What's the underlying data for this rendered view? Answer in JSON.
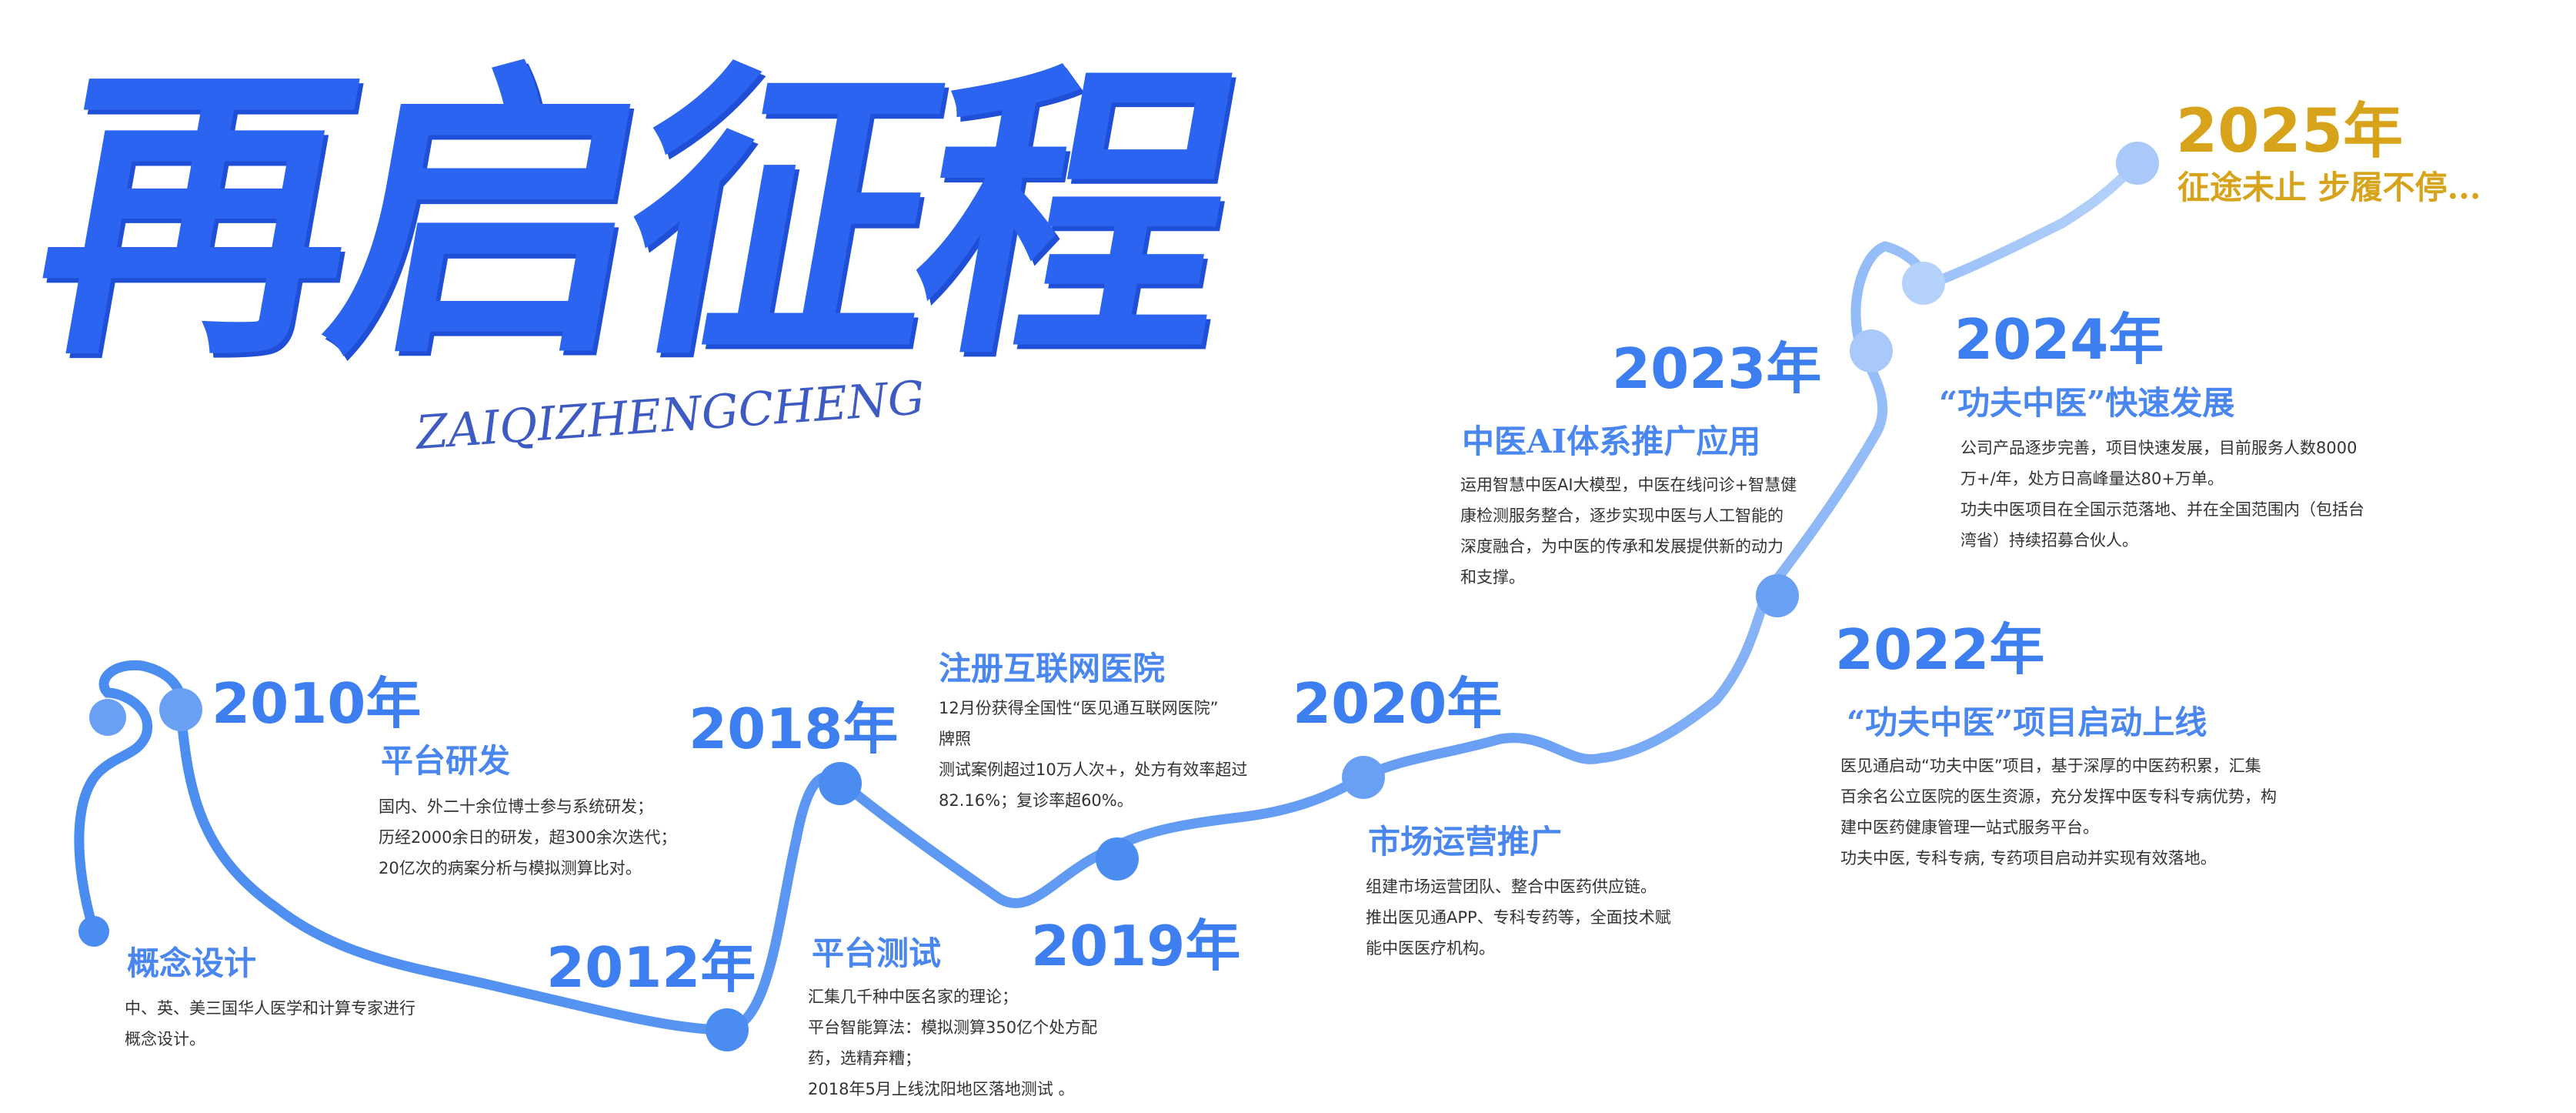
{
  "title": {
    "main": "再启征程",
    "sub": "ZAIQIZHENGCHENG"
  },
  "colors": {
    "accent_blue": "#3d7ff0",
    "path_blue": "#4a8cf0",
    "path_light": "#b5d2fb",
    "gold": "#d6a31a",
    "text": "#333333"
  },
  "milestones": {
    "concept": {
      "head": "概念设计",
      "lines": [
        "中、英、美三国华人医学和计算专家进行",
        "概念设计。"
      ]
    },
    "y2010": {
      "year": "2010年",
      "head": "平台研发",
      "lines": [
        "国内、外二十余位博士参与系统研发；",
        "历经2000余日的研发，超300余次迭代；",
        "20亿次的病案分析与模拟测算比对。"
      ]
    },
    "y2012": {
      "year": "2012年",
      "head": "平台测试",
      "lines": [
        "汇集几千种中医名家的理论；",
        "平台智能算法：模拟测算350亿个处方配",
        "药，选精弃糟；",
        "2018年5月上线沈阳地区落地测试 。"
      ]
    },
    "y2018": {
      "year": "2018年",
      "head": "注册互联网医院",
      "lines": [
        "12月份获得全国性“医见通互联网医院”",
        "牌照",
        "测试案例超过10万人次+，处方有效率超过",
        "82.16%；复诊率超60%。"
      ]
    },
    "y2019": {
      "year": "2019年"
    },
    "y2020": {
      "year": "2020年",
      "head": "市场运营推广",
      "lines": [
        "组建市场运营团队、整合中医药供应链。",
        "推出医见通APP、专科专药等，全面技术赋",
        "能中医医疗机构。"
      ]
    },
    "y2022": {
      "year": "2022年",
      "head": "“功夫中医”项目启动上线",
      "lines": [
        "医见通启动“功夫中医”项目，基于深厚的中医药积累，汇集",
        "百余名公立医院的医生资源，充分发挥中医专科专病优势，构",
        "建中医药健康管理一站式服务平台。",
        "功夫中医, 专科专病, 专药项目启动并实现有效落地。"
      ]
    },
    "y2023": {
      "year": "2023年",
      "head": "中医AI体系推广应用",
      "lines": [
        "运用智慧中医AI大模型，中医在线问诊+智慧健",
        "康检测服务整合，逐步实现中医与人工智能的",
        "深度融合，为中医的传承和发展提供新的动力",
        "和支撑。"
      ]
    },
    "y2024": {
      "year": "2024年",
      "head": "“功夫中医”快速发展",
      "lines": [
        "公司产品逐步完善，项目快速发展，目前服务人数8000",
        "万+/年，处方日高峰量达80+万单。",
        "功夫中医项目在全国示范落地、并在全国范围内（包括台",
        "湾省）持续招募合伙人。"
      ]
    },
    "y2025": {
      "year": "2025年",
      "head": "征途未止  步履不停..."
    }
  }
}
